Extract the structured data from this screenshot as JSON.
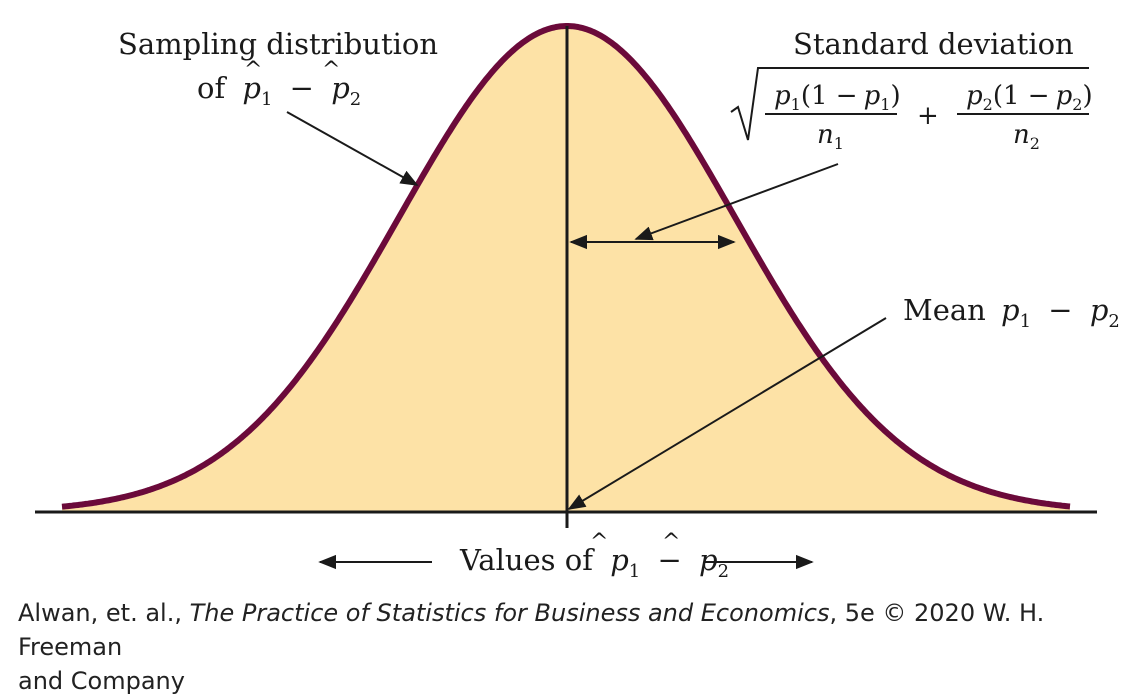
{
  "colors": {
    "fill": "#fde2a6",
    "curve": "#6b0a3a",
    "ink": "#1a1a1a"
  },
  "labels": {
    "sampling_line1": "Sampling distribution",
    "sampling_of": "of",
    "std_title": "Standard deviation",
    "mean_word": "Mean",
    "values_of": "Values of"
  },
  "math": {
    "p": "p",
    "hat": "^",
    "sub1": "1",
    "sub2": "2",
    "minus": "−",
    "plus": "+",
    "n": "n",
    "paren_one_minus": "(1 −",
    "close_paren": ")",
    "open_paren": "("
  },
  "credit": {
    "authors": "Alwan, et. al.,",
    "book": "The Practice of Statistics for Business and Economics",
    "rest1": ", 5e © 2020 W. H. Freeman",
    "rest2": "and Company"
  }
}
